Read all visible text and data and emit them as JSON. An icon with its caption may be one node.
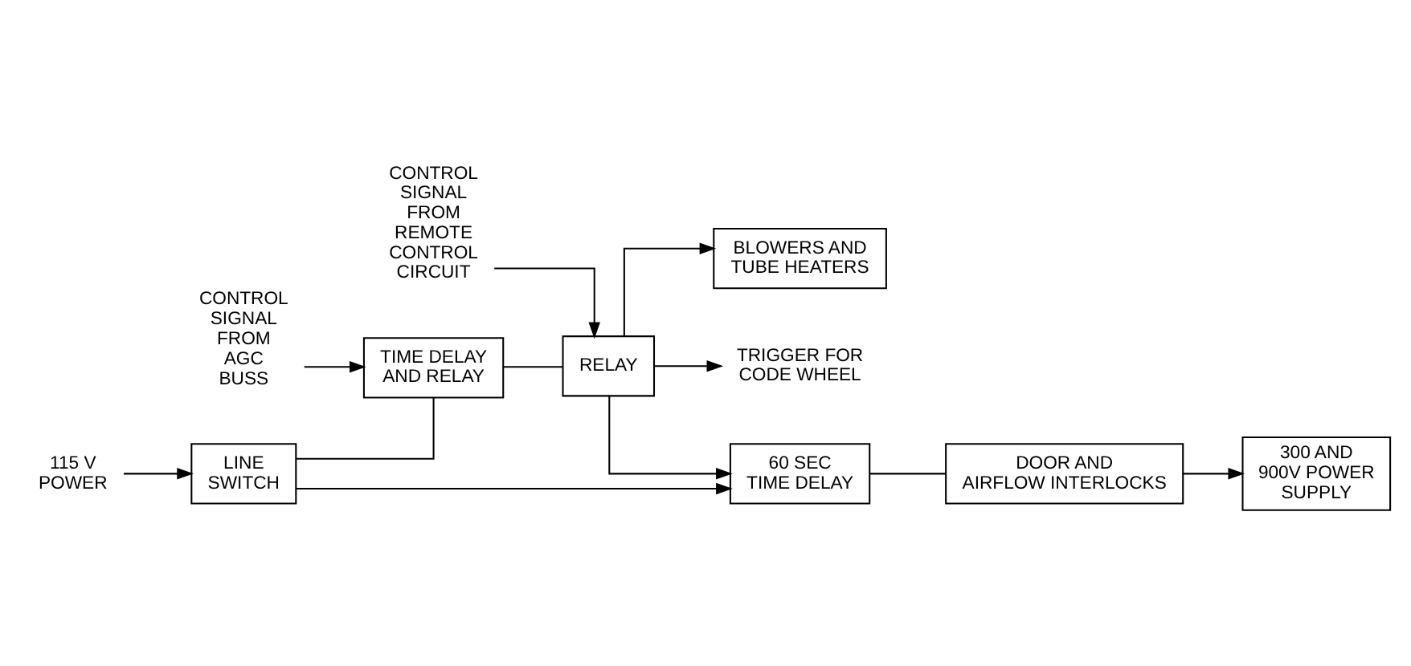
{
  "diagram": {
    "nodes": [
      {
        "text": [
          "60 SEC TIME DELAY"
        ]
      },
      {
        "text": [
          "DOOR AND AIRFLOW INTERLOCKS"
        ]
      },
      {
        "text": [
          "300 AND 900V POWER SUPPLY"
        ]
      },
      {
        "text": [
          "LINE SWITCH"
        ]
      },
      {
        "text": [
          "TIME DELAY AND RELAY"
        ]
      },
      {
        "text": [
          "RELAY"
        ]
      },
      {
        "text": [
          "BLOWERS AND TUBE HEATERS"
        ]
      },
      {
        "text": [
          "115 V POWER"
        ]
      },
      {
        "text": [
          "CONTROL SIGNAL FROM AGC BUSS"
        ]
      },
      {
        "text": [
          "CONTROL SIGNAL FROM REMOTE CONTROL CIRCUIT"
        ]
      },
      {
        "text": [
          "TRIGGER FOR CODE WHEEL"
        ]
      }
    ],
    "edges": [
      {
        "from": 7,
        "to": 3,
        "arrow": "to"
      },
      {
        "from": 3,
        "to": 4,
        "arrow": "none"
      },
      {
        "from": 3,
        "to": 0,
        "arrow": "to"
      },
      {
        "from": 8,
        "to": 4,
        "arrow": "to"
      },
      {
        "from": 4,
        "to": 5,
        "arrow": "none"
      },
      {
        "from": 9,
        "to": 5,
        "arrow": "to"
      },
      {
        "from": 5,
        "to": 6,
        "arrow": "to"
      },
      {
        "from": 5,
        "to": 0,
        "arrow": "to"
      },
      {
        "from": 5,
        "to": 10,
        "arrow": "to"
      },
      {
        "from": 0,
        "to": 1,
        "arrow": "none"
      },
      {
        "from": 1,
        "to": 2,
        "arrow": "to"
      }
    ]
  }
}
